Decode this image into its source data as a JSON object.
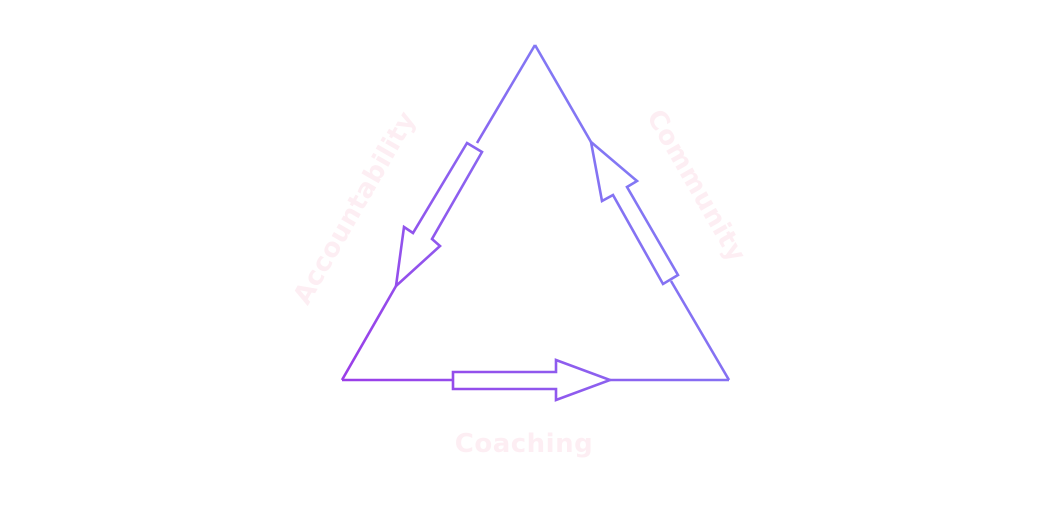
{
  "colors": {
    "label": "#FDEEF3",
    "gradient_start": "#9B3DE8",
    "gradient_end": "#7A8CF8"
  },
  "labels": {
    "left": "Accountability",
    "right": "Community",
    "bottom": "Coaching"
  }
}
